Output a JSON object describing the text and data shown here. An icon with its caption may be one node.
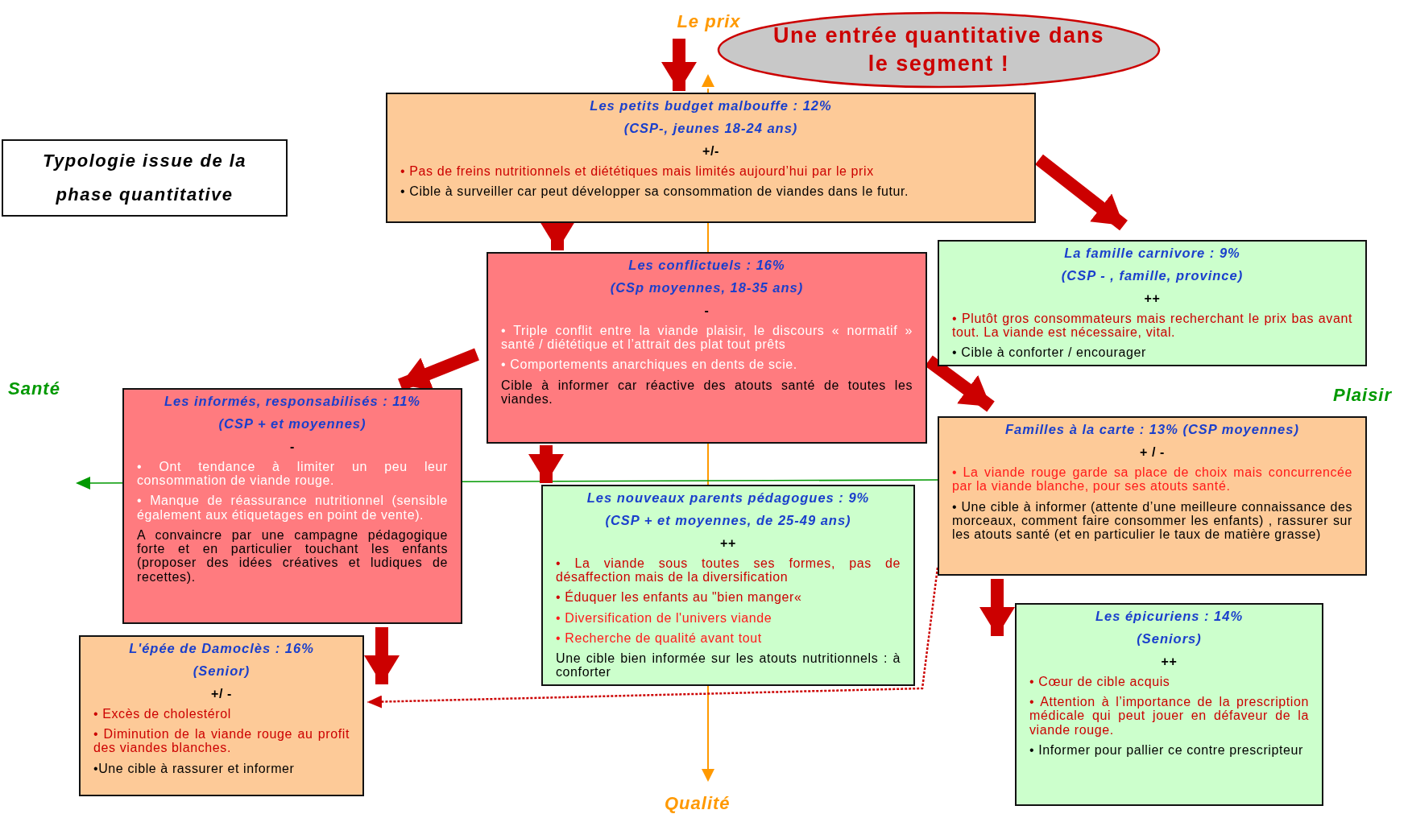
{
  "diagram": {
    "nodes": [
      {
        "text": [
          "Le prix"
        ]
      },
      {
        "text": [
          "Typologie issue de la phase quantitative"
        ]
      },
      {
        "text": [
          "Une entrée quantitative dans le segment !"
        ]
      },
      {
        "text": [
          "Les petits budget malbouffe : 12%",
          "(CSP-, jeunes 18-24 ans)",
          "+/-",
          "• Pas de freins nutritionnels et diététiques mais limités aujourd’hui par le prix",
          "• Cible à surveiller car peut développer sa consommation de viandes dans le futur."
        ]
      },
      {
        "text": [
          "Les conflictuels : 16%",
          "(CSp moyennes, 18-35 ans)",
          "-",
          "• Triple conflit entre la viande plaisir, le discours « normatif » santé / diététique et l’attrait des plat tout prêts",
          "• Comportements anarchiques en dents de scie.",
          "Cible à informer car réactive des atouts santé de toutes les viandes."
        ]
      },
      {
        "text": [
          "La famille carnivore : 9%",
          "(CSP - , famille, province)",
          "++",
          "• Plutôt gros consommateurs mais recherchant le prix bas avant tout. La viande est nécessaire, vital.",
          "• Cible à conforter / encourager"
        ]
      },
      {
        "text": [
          "Les informés, responsabilisés : 11%",
          "(CSP + et moyennes)",
          "-",
          "• Ont tendance à limiter un peu leur consommation de viande rouge.",
          "• Manque de réassurance nutritionnel (sensible également aux étiquetages en point de vente).",
          "A convaincre par une campagne pédagogique forte et en particulier touchant les enfants (proposer des idées créatives et ludiques de recettes)."
        ]
      },
      {
        "text": [
          "Les nouveaux parents pédagogues : 9%",
          "(CSP + et moyennes, de 25-49 ans)",
          "++",
          "• La viande sous toutes ses formes, pas de désaffection mais de la diversification",
          "• Éduquer les enfants au \"bien manger«",
          "• Diversification de l'univers viande",
          "• Recherche de qualité avant tout",
          "Une cible bien informée sur les atouts nutritionnels : à conforter"
        ]
      },
      {
        "text": [
          "Familles à la carte : 13% (CSP moyennes)",
          "+ / -",
          "• La viande rouge garde sa place de choix mais concurrencée par la viande blanche, pour ses atouts santé.",
          "• Une cible à informer (attente d’une meilleure connaissance des morceaux, comment faire consommer les enfants) , rassurer sur les atouts santé (et en particulier le taux de matière grasse)"
        ]
      },
      {
        "text": [
          "L'épée de Damoclès : 16%",
          "(Senior)",
          "+/ -",
          "• Excès de cholestérol",
          "• Diminution de la viande rouge au profit des viandes blanches.",
          "•Une cible à rassurer et informer"
        ]
      },
      {
        "text": [
          "Les épicuriens : 14%",
          "(Seniors)",
          "++",
          "• Cœur de cible acquis",
          "• Attention à l’importance de la prescription médicale qui peut jouer en défaveur de la viande rouge.",
          "• Informer pour pallier ce contre prescripteur"
        ]
      }
    ],
    "edges": [
      {
        "from": 0,
        "to": 3,
        "arrow": "to"
      },
      {
        "from": 3,
        "to": 4,
        "arrow": "to"
      },
      {
        "from": 3,
        "to": 5,
        "arrow": "to"
      },
      {
        "from": 4,
        "to": 6,
        "arrow": "to"
      },
      {
        "from": 4,
        "to": 7,
        "arrow": "to"
      },
      {
        "from": 4,
        "to": 8,
        "arrow": "to"
      },
      {
        "from": 6,
        "to": 9,
        "arrow": "to"
      },
      {
        "from": 8,
        "to": 10,
        "arrow": "to"
      },
      {
        "from": 8,
        "to": 9,
        "arrow": "to",
        "style": "dashed"
      }
    ],
    "labels": [
      "Santé",
      "Plaisir",
      "Qualité"
    ]
  }
}
